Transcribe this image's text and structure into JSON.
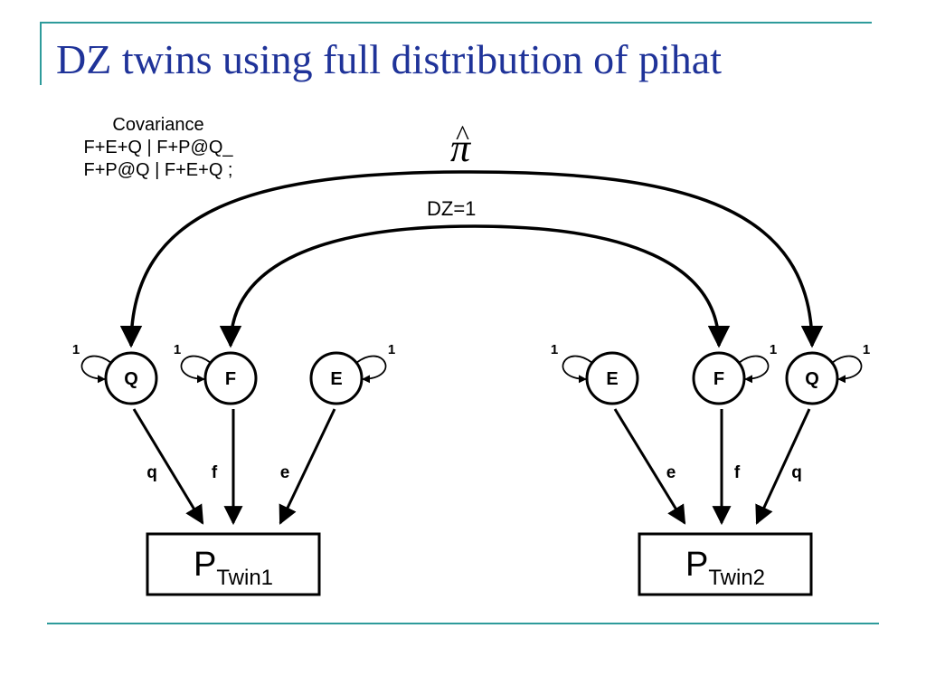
{
  "slide": {
    "title": "DZ twins using full distribution of pihat",
    "accent_color": "#1f3399",
    "rule_color": "#2e9b9b"
  },
  "covariance": {
    "heading": "Covariance",
    "lines": [
      "F+E+Q | F+P@Q_",
      "F+P@Q | F+E+Q ;"
    ]
  },
  "diagram": {
    "outer_curve_label": "π",
    "outer_curve_label_accent": "^",
    "inner_curve_label": "DZ=1",
    "twin1": {
      "nodes": [
        {
          "id": "Q",
          "label": "Q",
          "variance": "1",
          "path": "q"
        },
        {
          "id": "F",
          "label": "F",
          "variance": "1",
          "path": "f"
        },
        {
          "id": "E",
          "label": "E",
          "variance": "1",
          "path": "e"
        }
      ],
      "box": {
        "main": "P",
        "sub": "Twin1"
      }
    },
    "twin2": {
      "nodes": [
        {
          "id": "E",
          "label": "E",
          "variance": "1",
          "path": "e"
        },
        {
          "id": "F",
          "label": "F",
          "variance": "1",
          "path": "f"
        },
        {
          "id": "Q",
          "label": "Q",
          "variance": "1",
          "path": "q"
        }
      ],
      "box": {
        "main": "P",
        "sub": "Twin2"
      }
    }
  }
}
